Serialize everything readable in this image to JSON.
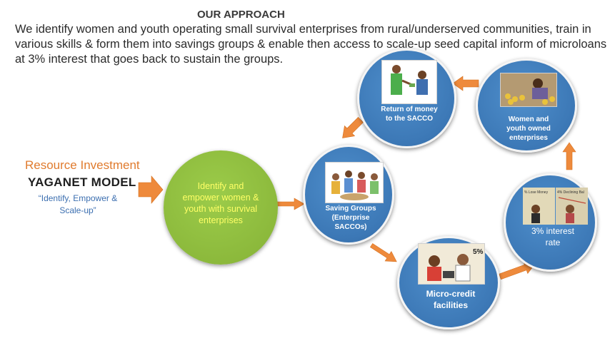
{
  "header": {
    "title": "OUR APPROACH",
    "intro": "We identify women and youth operating small survival enterprises from rural/underserved communities, train in various skills & form them into savings groups & enable then access to scale-up seed capital inform of microloans at 3% interest that goes back to sustain the groups."
  },
  "left": {
    "resource": "Resource Investment",
    "model": "YAGANET MODEL",
    "tagline": "“Identify, Empower & Scale-up”"
  },
  "nodes": {
    "identify": "Identify and empower women & youth with survival enterprises",
    "saving_groups": "Saving Groups (Enterprise SACCOs)",
    "micro_credit": "Micro-credit facilities",
    "interest": "3% interest rate",
    "enterprises": "Women and youth owned enterprises",
    "return": "Return of money to the SACCO"
  },
  "colors": {
    "arrow": "#ee8a3c",
    "circle_blue": "#3c78b6",
    "circle_green": "#8bb83b",
    "green_text": "#ffff66"
  },
  "picture_labels": {
    "percent": "5%",
    "chart_left": "% Lose Money",
    "chart_right": "4% Declining Bal"
  }
}
